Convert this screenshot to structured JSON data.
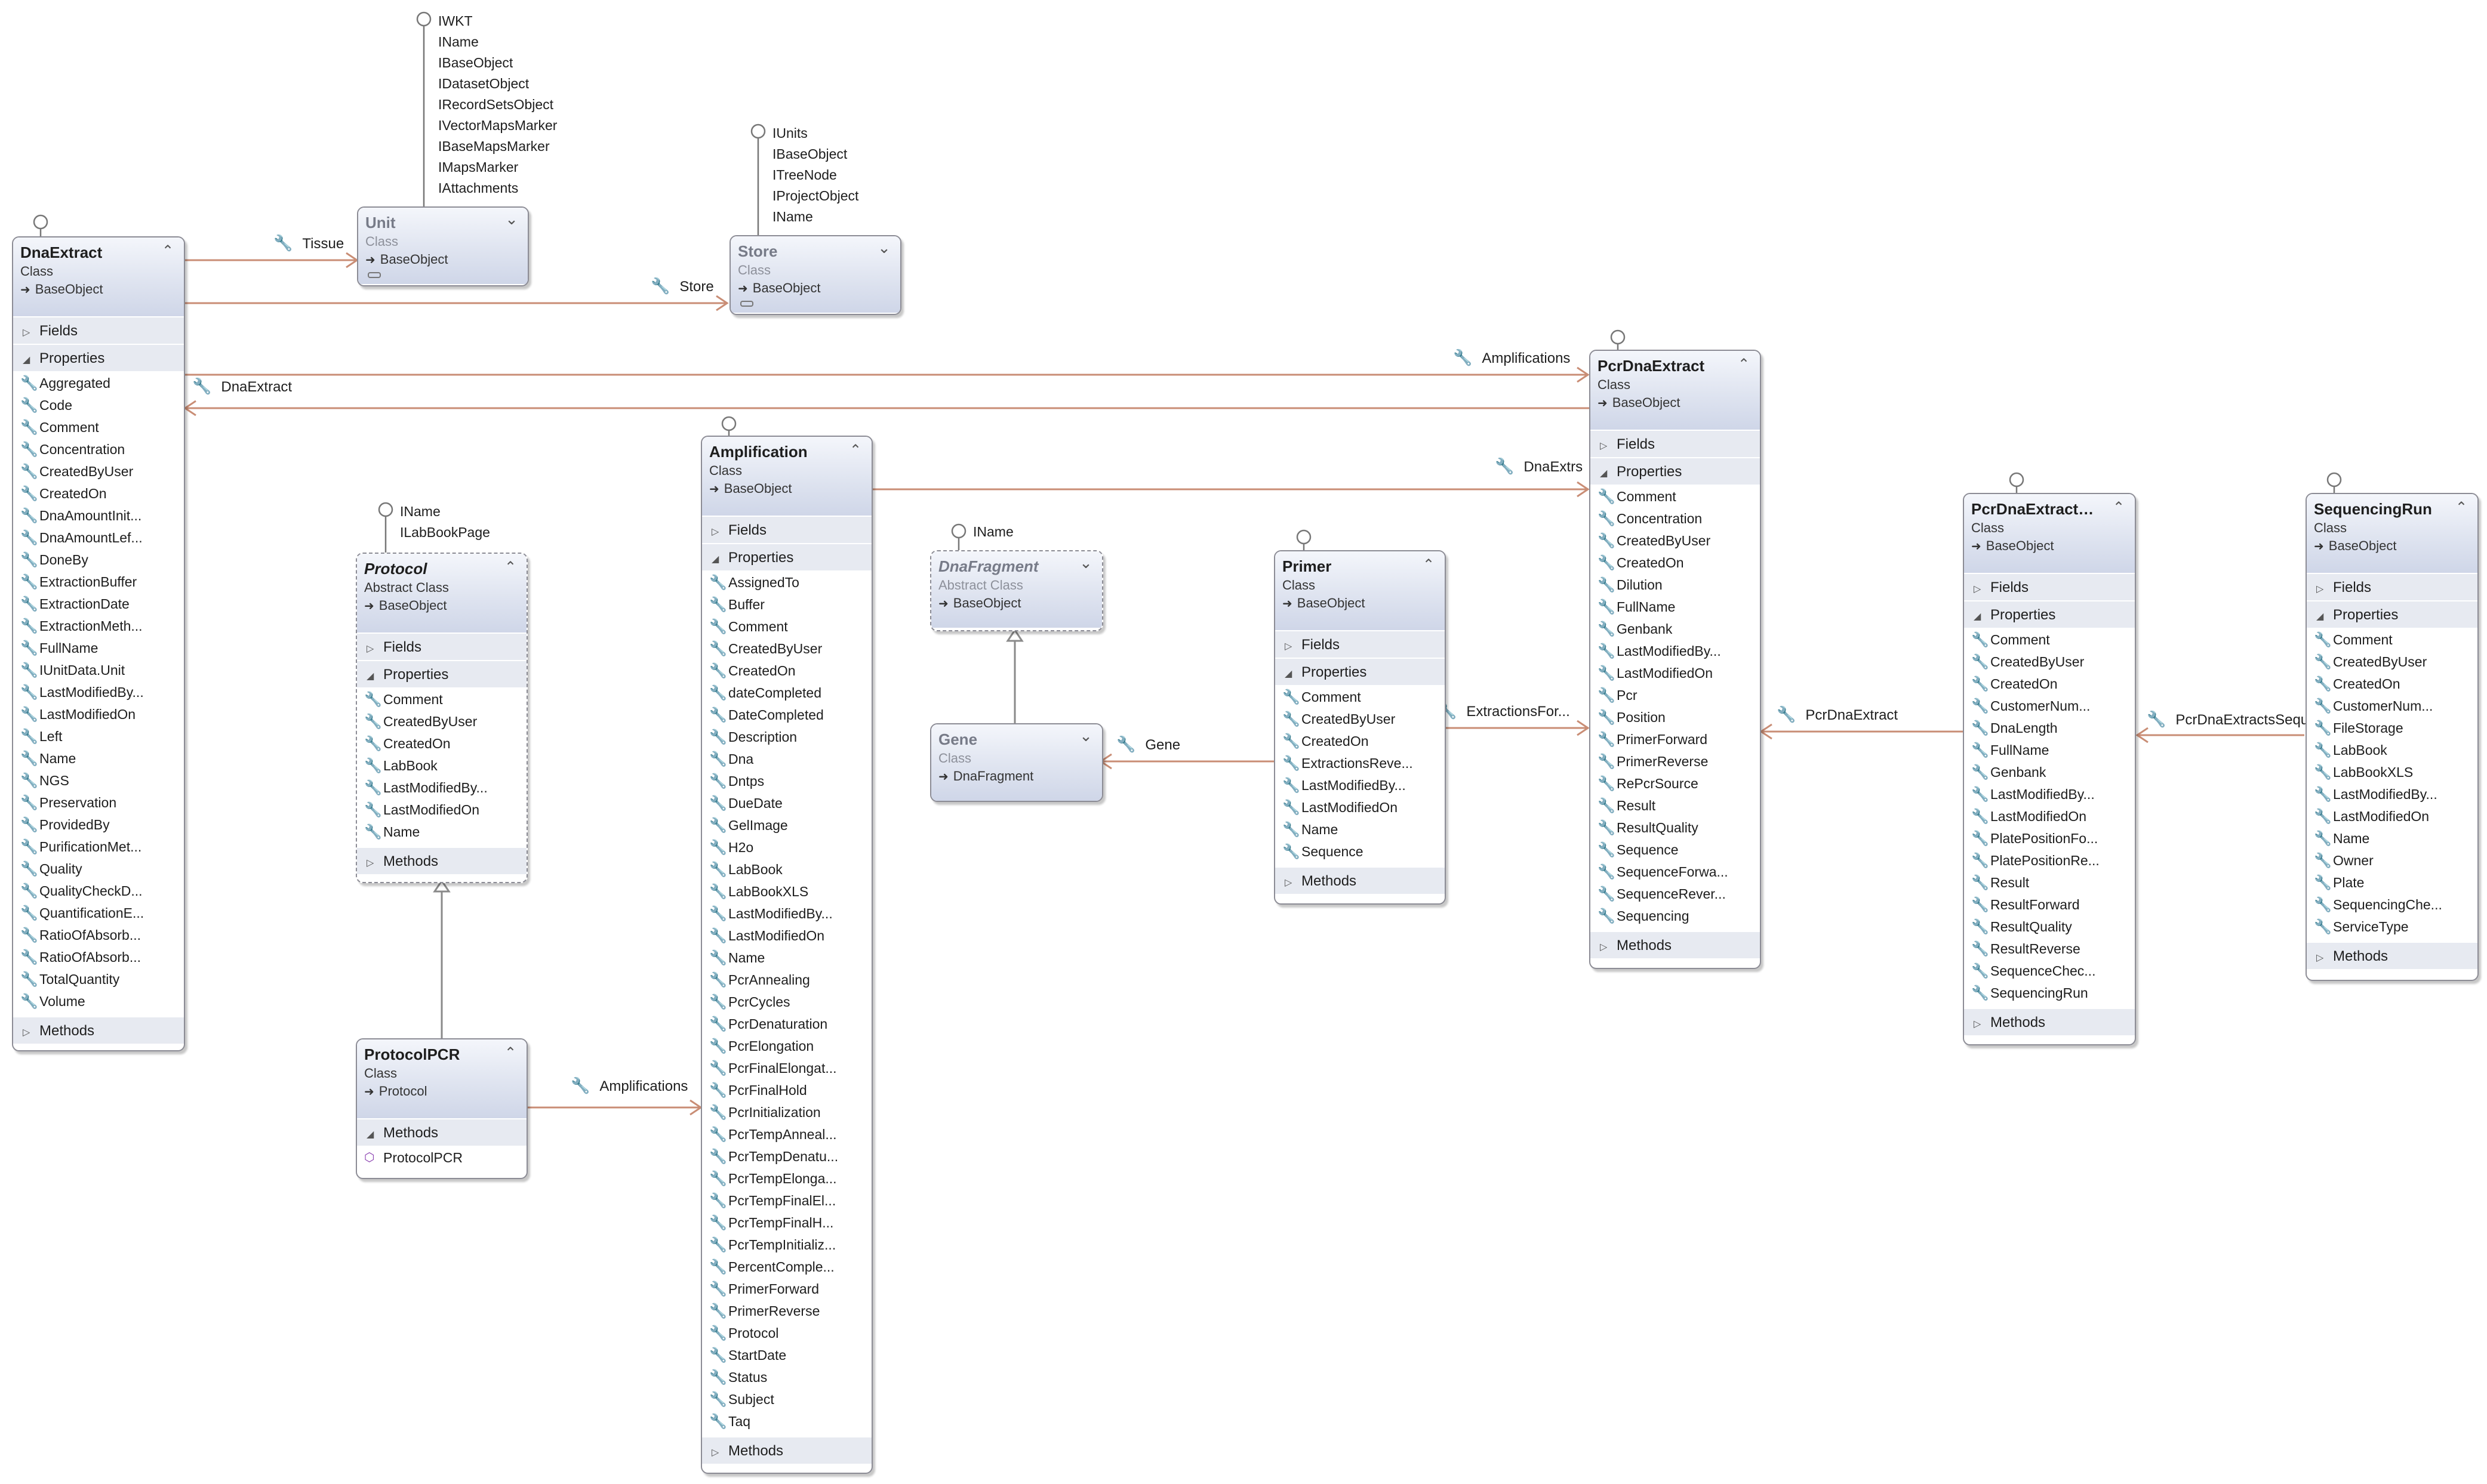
{
  "icons": {
    "property": "wrench-icon",
    "collapse": "double-chevron-up-icon",
    "expand": "double-chevron-down-icon",
    "base": "inheritance-arrow-icon",
    "method": "method-cube-icon",
    "compartment_open": "triangle-down-icon",
    "compartment_closed": "triangle-right-icon"
  },
  "colors": {
    "association": "#c98d75",
    "inheritance": "#8a8a8a",
    "header_gradient_top": "#f4f6fb",
    "header_gradient_bottom": "#cfd6e8",
    "compartment_bg": "#e7eaf1"
  },
  "classes": {
    "dnaextract": {
      "name": "DnaExtract",
      "kind": "Class",
      "base": "BaseObject",
      "fields_label": "Fields",
      "properties_label": "Properties",
      "methods_label": "Methods",
      "properties": [
        "Aggregated",
        "Code",
        "Comment",
        "Concentration",
        "CreatedByUser",
        "CreatedOn",
        "DnaAmountInit...",
        "DnaAmountLef...",
        "DoneBy",
        "ExtractionBuffer",
        "ExtractionDate",
        "ExtractionMeth...",
        "FullName",
        "IUnitData.Unit",
        "LastModifiedBy...",
        "LastModifiedOn",
        "Left",
        "Name",
        "NGS",
        "Preservation",
        "ProvidedBy",
        "PurificationMet...",
        "Quality",
        "QualityCheckD...",
        "QuantificationE...",
        "RatioOfAbsorb...",
        "RatioOfAbsorb...",
        "TotalQuantity",
        "Volume"
      ]
    },
    "unit": {
      "name": "Unit",
      "kind": "Class",
      "base": "BaseObject"
    },
    "store": {
      "name": "Store",
      "kind": "Class",
      "base": "BaseObject"
    },
    "protocol": {
      "name": "Protocol",
      "kind": "Abstract Class",
      "base": "BaseObject",
      "fields_label": "Fields",
      "properties_label": "Properties",
      "methods_label": "Methods",
      "properties": [
        "Comment",
        "CreatedByUser",
        "CreatedOn",
        "LabBook",
        "LastModifiedBy...",
        "LastModifiedOn",
        "Name"
      ]
    },
    "protocolpcr": {
      "name": "ProtocolPCR",
      "kind": "Class",
      "base": "Protocol",
      "methods_label": "Methods",
      "methods": [
        "ProtocolPCR"
      ]
    },
    "amplification": {
      "name": "Amplification",
      "kind": "Class",
      "base": "BaseObject",
      "fields_label": "Fields",
      "properties_label": "Properties",
      "methods_label": "Methods",
      "properties": [
        "AssignedTo",
        "Buffer",
        "Comment",
        "CreatedByUser",
        "CreatedOn",
        "dateCompleted",
        "DateCompleted",
        "Description",
        "Dna",
        "Dntps",
        "DueDate",
        "GelImage",
        "H2o",
        "LabBook",
        "LabBookXLS",
        "LastModifiedBy...",
        "LastModifiedOn",
        "Name",
        "PcrAnnealing",
        "PcrCycles",
        "PcrDenaturation",
        "PcrElongation",
        "PcrFinalElongat...",
        "PcrFinalHold",
        "PcrInitialization",
        "PcrTempAnneal...",
        "PcrTempDenatu...",
        "PcrTempElonga...",
        "PcrTempFinalEl...",
        "PcrTempFinalH...",
        "PcrTempInitializ...",
        "PercentComple...",
        "PrimerForward",
        "PrimerReverse",
        "Protocol",
        "StartDate",
        "Status",
        "Subject",
        "Taq"
      ]
    },
    "dnafragment": {
      "name": "DnaFragment",
      "kind": "Abstract Class",
      "base": "BaseObject"
    },
    "gene": {
      "name": "Gene",
      "kind": "Class",
      "base": "DnaFragment"
    },
    "primer": {
      "name": "Primer",
      "kind": "Class",
      "base": "BaseObject",
      "fields_label": "Fields",
      "properties_label": "Properties",
      "methods_label": "Methods",
      "properties": [
        "Comment",
        "CreatedByUser",
        "CreatedOn",
        "ExtractionsReve...",
        "LastModifiedBy...",
        "LastModifiedOn",
        "Name",
        "Sequence"
      ]
    },
    "pcrdnaextract": {
      "name": "PcrDnaExtract",
      "kind": "Class",
      "base": "BaseObject",
      "fields_label": "Fields",
      "properties_label": "Properties",
      "methods_label": "Methods",
      "properties": [
        "Comment",
        "Concentration",
        "CreatedByUser",
        "CreatedOn",
        "Dilution",
        "FullName",
        "Genbank",
        "LastModifiedBy...",
        "LastModifiedOn",
        "Pcr",
        "Position",
        "PrimerForward",
        "PrimerReverse",
        "RePcrSource",
        "Result",
        "ResultQuality",
        "Sequence",
        "SequenceForwa...",
        "SequenceRever...",
        "Sequencing"
      ]
    },
    "pcrdnaextractseq": {
      "name": "PcrDnaExtractSe...",
      "kind": "Class",
      "base": "BaseObject",
      "fields_label": "Fields",
      "properties_label": "Properties",
      "methods_label": "Methods",
      "properties": [
        "Comment",
        "CreatedByUser",
        "CreatedOn",
        "CustomerNum...",
        "DnaLength",
        "FullName",
        "Genbank",
        "LastModifiedBy...",
        "LastModifiedOn",
        "PlatePositionFo...",
        "PlatePositionRe...",
        "Result",
        "ResultForward",
        "ResultQuality",
        "ResultReverse",
        "SequenceChec...",
        "SequencingRun"
      ]
    },
    "sequencingrun": {
      "name": "SequencingRun",
      "kind": "Class",
      "base": "BaseObject",
      "fields_label": "Fields",
      "properties_label": "Properties",
      "methods_label": "Methods",
      "properties": [
        "Comment",
        "CreatedByUser",
        "CreatedOn",
        "CustomerNum...",
        "FileStorage",
        "LabBook",
        "LabBookXLS",
        "LastModifiedBy...",
        "LastModifiedOn",
        "Name",
        "Owner",
        "Plate",
        "SequencingChe...",
        "ServiceType"
      ]
    }
  },
  "interfaces": {
    "unit": [
      "IWKT",
      "IName",
      "IBaseObject",
      "IDatasetObject",
      "IRecordSetsObject",
      "IVectorMapsMarker",
      "IBaseMapsMarker",
      "IMapsMarker",
      "IAttachments"
    ],
    "store": [
      "IUnits",
      "IBaseObject",
      "ITreeNode",
      "IProjectObject",
      "IName"
    ],
    "protocol": [
      "IName",
      "ILabBookPage"
    ],
    "dnafragment": [
      "IName"
    ]
  },
  "associations": {
    "tissue": "Tissue",
    "store": "Store",
    "amplifications_top": "Amplifications",
    "dnaextract": "DnaExtract",
    "dnaextrs": "DnaExtrs",
    "extractionsfor": "ExtractionsFor...",
    "gene": "Gene",
    "pcrdnaextract": "PcrDnaExtract",
    "pcrdnaextractsseq": "PcrDnaExtractsSequ...",
    "amplifications_bottom": "Amplifications"
  }
}
